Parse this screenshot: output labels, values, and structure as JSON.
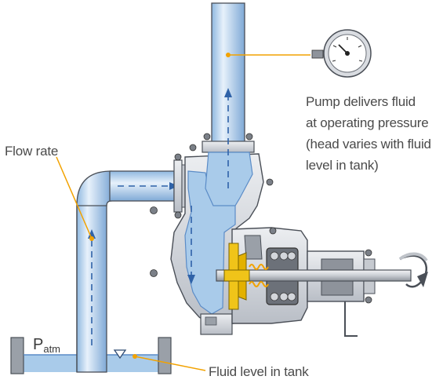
{
  "labels": {
    "flow_rate": "Flow rate",
    "pump_lines": [
      "Pump delivers fluid",
      "at operating pressure",
      "(head varies with fluid",
      "level in tank)"
    ],
    "fluid_level": "Fluid level in tank",
    "patm_main": "P",
    "patm_sub": "atm"
  },
  "colors": {
    "fluid": "#cfe3f4",
    "fluid_dark": "#5b8cc7",
    "metal": "#d6d9de",
    "metal_dark": "#a9aeb6",
    "outline": "#4a4f57",
    "leader": "#f2a200",
    "arrow": "#2f62a8",
    "impeller": "#f0c419"
  }
}
